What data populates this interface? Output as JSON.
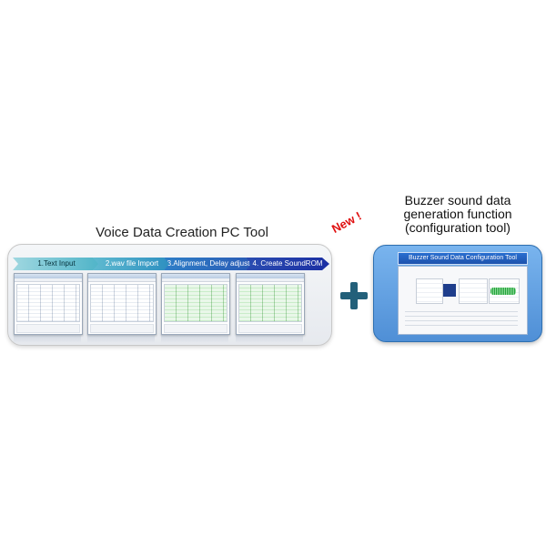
{
  "left": {
    "title": "Voice Data Creation PC Tool",
    "steps": [
      "1.Text Input",
      "2.wav file Import",
      "3.Alignment, Delay adjust",
      "4. Create SoundROM"
    ]
  },
  "badge": {
    "new_label": "New !"
  },
  "right": {
    "title_lines": [
      "Buzzer sound data",
      "generation function",
      "(configuration tool)"
    ],
    "window_header": "Buzzer Sound Data Configuration Tool"
  },
  "colors": {
    "accent_blue": "#4f8fd6",
    "plus": "#23607a",
    "new_red": "#e01010"
  },
  "icons": {
    "plus": "plus-icon"
  }
}
